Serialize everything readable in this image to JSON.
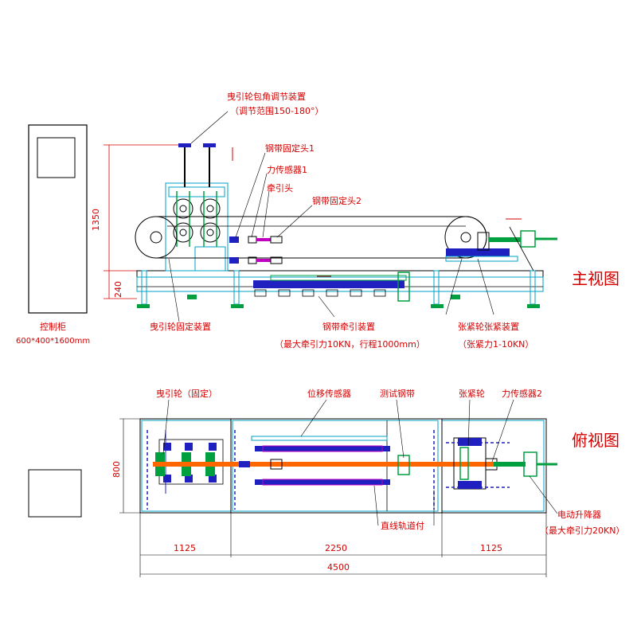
{
  "front_view": {
    "title": "主视图",
    "label_wrap_adjust": "曳引轮包角调节装置",
    "label_wrap_adjust_range": "（调节范围150-180°）",
    "label_clamp1": "钢带固定头1",
    "label_force1": "力传感器1",
    "label_puller": "牵引头",
    "label_clamp2": "钢带固定头2",
    "label_sheave_fixed_device": "曳引轮固定装置",
    "label_traction_device": "钢带牵引装置",
    "label_traction_spec": "（最大牵引力10KN，行程1000mm）",
    "label_tension_device": "张紧轮张紧装置",
    "label_tension_spec": "（张紧力1-10KN）",
    "dim_height": "1350",
    "dim_base": "240"
  },
  "cabinet": {
    "label": "控制柜",
    "size": "600*400*1600mm"
  },
  "top_view": {
    "title": "俯视图",
    "label_sheave_fixed": "曳引轮（固定）",
    "label_displacement": "位移传感器",
    "label_steel_belt": "测试钢带",
    "label_tension_wheel": "张紧轮",
    "label_force2": "力传感器2",
    "label_rail": "直线轨道付",
    "label_lift": "电动升降器",
    "label_lift_spec": "（最大牵引力20KN）",
    "dim_width": "800",
    "dim_left": "1125",
    "dim_mid": "2250",
    "dim_right": "1125",
    "dim_total": "4500"
  },
  "colors": {
    "annotation": "#d40000",
    "frame": "#00a0c8",
    "blue_part": "#2020c0",
    "green_part": "#00a040",
    "belt": "#ff6600",
    "outline": "#000000",
    "magenta_part": "#c000c0"
  }
}
